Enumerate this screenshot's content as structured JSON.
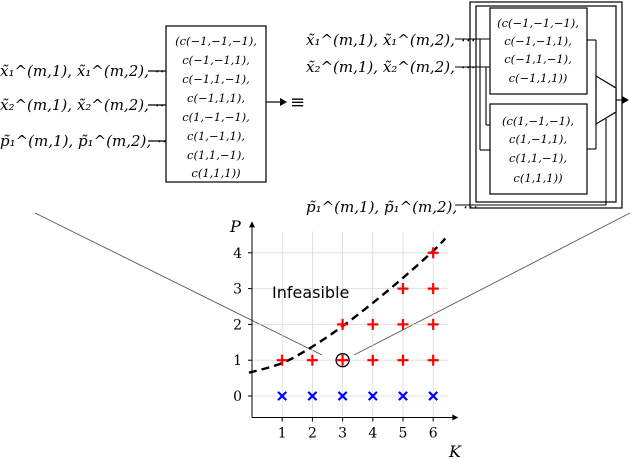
{
  "left_block": {
    "input_rows": [
      "x̃₁^(m,1), x̃₁^(m,2), ⋯",
      "x̃₂^(m,1), x̃₂^(m,2), ⋯",
      "p̃₁^(m,1), p̃₁^(m,2), ⋯"
    ],
    "coefficients": [
      "(c(−1,−1,−1),",
      "c(−1,−1,1),",
      "c(−1,1,−1),",
      "c(−1,1,1),",
      "c(1,−1,−1),",
      "c(1,−1,1),",
      "c(1,1,−1),",
      "c(1,1,1))"
    ]
  },
  "equivalence_symbol": "≡",
  "right_block": {
    "input_rows": [
      "x̃₁^(m,1), x̃₁^(m,2), ⋯",
      "x̃₂^(m,1), x̃₂^(m,2), ⋯"
    ],
    "select_row": "p̃₁^(m,1), p̃₁^(m,2), ⋯",
    "upper_coefficients": [
      "(c(−1,−1,−1),",
      "c(−1,−1,1),",
      "c(−1,1,−1),",
      "c(−1,1,1))"
    ],
    "lower_coefficients": [
      "(c(1,−1,−1),",
      "c(1,−1,1),",
      "c(1,1,−1),",
      "c(1,1,1))"
    ]
  },
  "chart_data": {
    "type": "scatter",
    "xlabel": "K",
    "ylabel": "P",
    "x_ticks": [
      1,
      2,
      3,
      4,
      5,
      6
    ],
    "y_ticks": [
      0,
      1,
      2,
      3,
      4
    ],
    "xlim": [
      0,
      6.5
    ],
    "ylim": [
      -0.6,
      4.6
    ],
    "region_label": "Infeasible",
    "series": [
      {
        "marker": "plus",
        "color": "#ff0000",
        "points": [
          [
            1,
            1
          ],
          [
            2,
            1
          ],
          [
            3,
            1
          ],
          [
            4,
            1
          ],
          [
            5,
            1
          ],
          [
            6,
            1
          ],
          [
            3,
            2
          ],
          [
            4,
            2
          ],
          [
            5,
            2
          ],
          [
            6,
            2
          ],
          [
            5,
            3
          ],
          [
            6,
            3
          ],
          [
            6,
            4
          ]
        ]
      },
      {
        "marker": "cross",
        "color": "#0000ff",
        "points": [
          [
            1,
            0
          ],
          [
            2,
            0
          ],
          [
            3,
            0
          ],
          [
            4,
            0
          ],
          [
            5,
            0
          ],
          [
            6,
            0
          ]
        ]
      }
    ],
    "boundary": {
      "style": "dashed",
      "points": [
        [
          -0.1,
          0.65
        ],
        [
          1,
          0.92
        ],
        [
          2,
          1.38
        ],
        [
          3,
          1.95
        ],
        [
          4,
          2.6
        ],
        [
          5,
          3.3
        ],
        [
          6,
          4.05
        ],
        [
          6.4,
          4.4
        ]
      ]
    },
    "highlighted_point": [
      3,
      1
    ]
  }
}
